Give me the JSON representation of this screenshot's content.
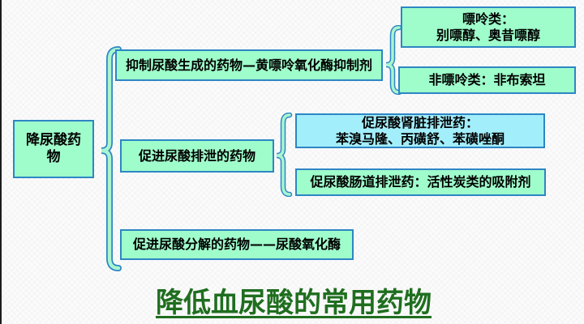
{
  "slide": {
    "title": "降低血尿酸的常用药物",
    "root_label": "降尿酸药物",
    "branch1": {
      "label": "抑制尿酸生成的药物—黄嘌呤氧化酶抑制剂",
      "child1_line1": "嘌呤类：",
      "child1_line2": "别嘌醇、奥昔嘌醇",
      "child2_label": "非嘌呤类：非布索坦"
    },
    "branch2": {
      "label": "促进尿酸排泄的药物",
      "child1_line1": "促尿酸肾脏排泄药：",
      "child1_line2": "苯溴马隆、丙磺舒、苯磺唑酮",
      "child2_label": "促尿酸肠道排泄药：活性炭类的吸附剂"
    },
    "branch3": {
      "label": "促进尿酸分解的药物——尿酸氧化酶"
    }
  },
  "colors": {
    "box_fill_mint": "#9ffccb",
    "box_fill_cyan": "#a3eefb",
    "box_border": "#2e86c4",
    "brace_edge": "#2e86c4",
    "brace_core": "#a8f5d0",
    "title_green": "#1f6e1f",
    "text": "#000000"
  }
}
